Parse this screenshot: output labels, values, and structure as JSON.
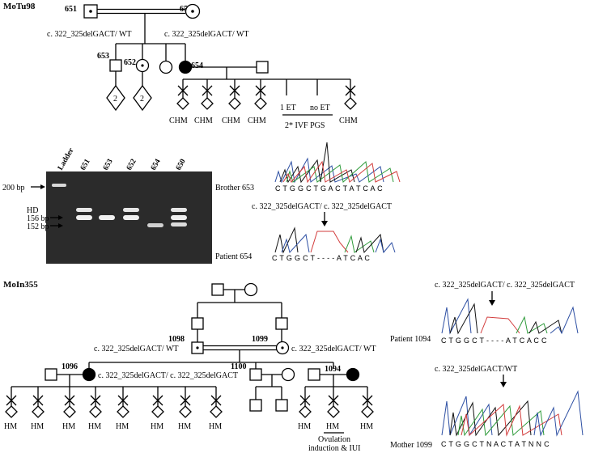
{
  "family1": {
    "title": "MoTu98",
    "ids": {
      "i651": "651",
      "i650": "650",
      "i653": "653",
      "i652": "652",
      "i654": "654"
    },
    "genotype_651": "c. 322_325delGACT/ WT",
    "genotype_650": "c. 322_325delGACT/ WT",
    "diamond_count": "2",
    "outcomes": {
      "chm": "CHM",
      "et1": "1 ET",
      "noet": "no ET",
      "ivf": "2* IVF  PGS"
    }
  },
  "gel": {
    "lanes": [
      "Ladder",
      "651",
      "653",
      "652",
      "654",
      "650"
    ],
    "band_labels": {
      "bp200": "200 bp",
      "hd": "HD",
      "bp156": "156 bp",
      "bp152": "152 bp"
    }
  },
  "chrom1": {
    "label_top": "Brother 653",
    "seq_top": "C T G G C T G A C T A T C A C",
    "genotype": "c. 322_325delGACT/ c. 322_325delGACT",
    "label_bottom": "Patient 654",
    "seq_bottom": "C T G G C T - - - - A T C A C"
  },
  "family2": {
    "title": "MoIn355",
    "ids": {
      "i1098": "1098",
      "i1099": "1099",
      "i1096": "1096",
      "i1100": "1100",
      "i1094": "1094"
    },
    "genotype_1098": "c. 322_325delGACT/ WT",
    "genotype_1099": "c. 322_325delGACT/ WT",
    "genotype_1096": "c. 322_325delGACT/ c. 322_325delGACT",
    "outcomes": {
      "hm": "HM",
      "ovulation": "Ovulation",
      "induction": "induction & IUI"
    }
  },
  "chrom2": {
    "genotype_top": "c. 322_325delGACT/ c. 322_325delGACT",
    "label_top": "Patient 1094",
    "seq_top": "C T G G C T - - - - A T C A C C",
    "genotype_bottom": "c. 322_325delGACT/WT",
    "label_bottom": "Mother 1099",
    "seq_bottom": "C T G G C T N A C T A T N N C"
  },
  "colors": {
    "trace_a": "#2e9b3a",
    "trace_c": "#2d4fa3",
    "trace_g": "#111111",
    "trace_t": "#d23b3b",
    "gel_bg": "#2b2b2b",
    "band": "#e6e6e6"
  }
}
